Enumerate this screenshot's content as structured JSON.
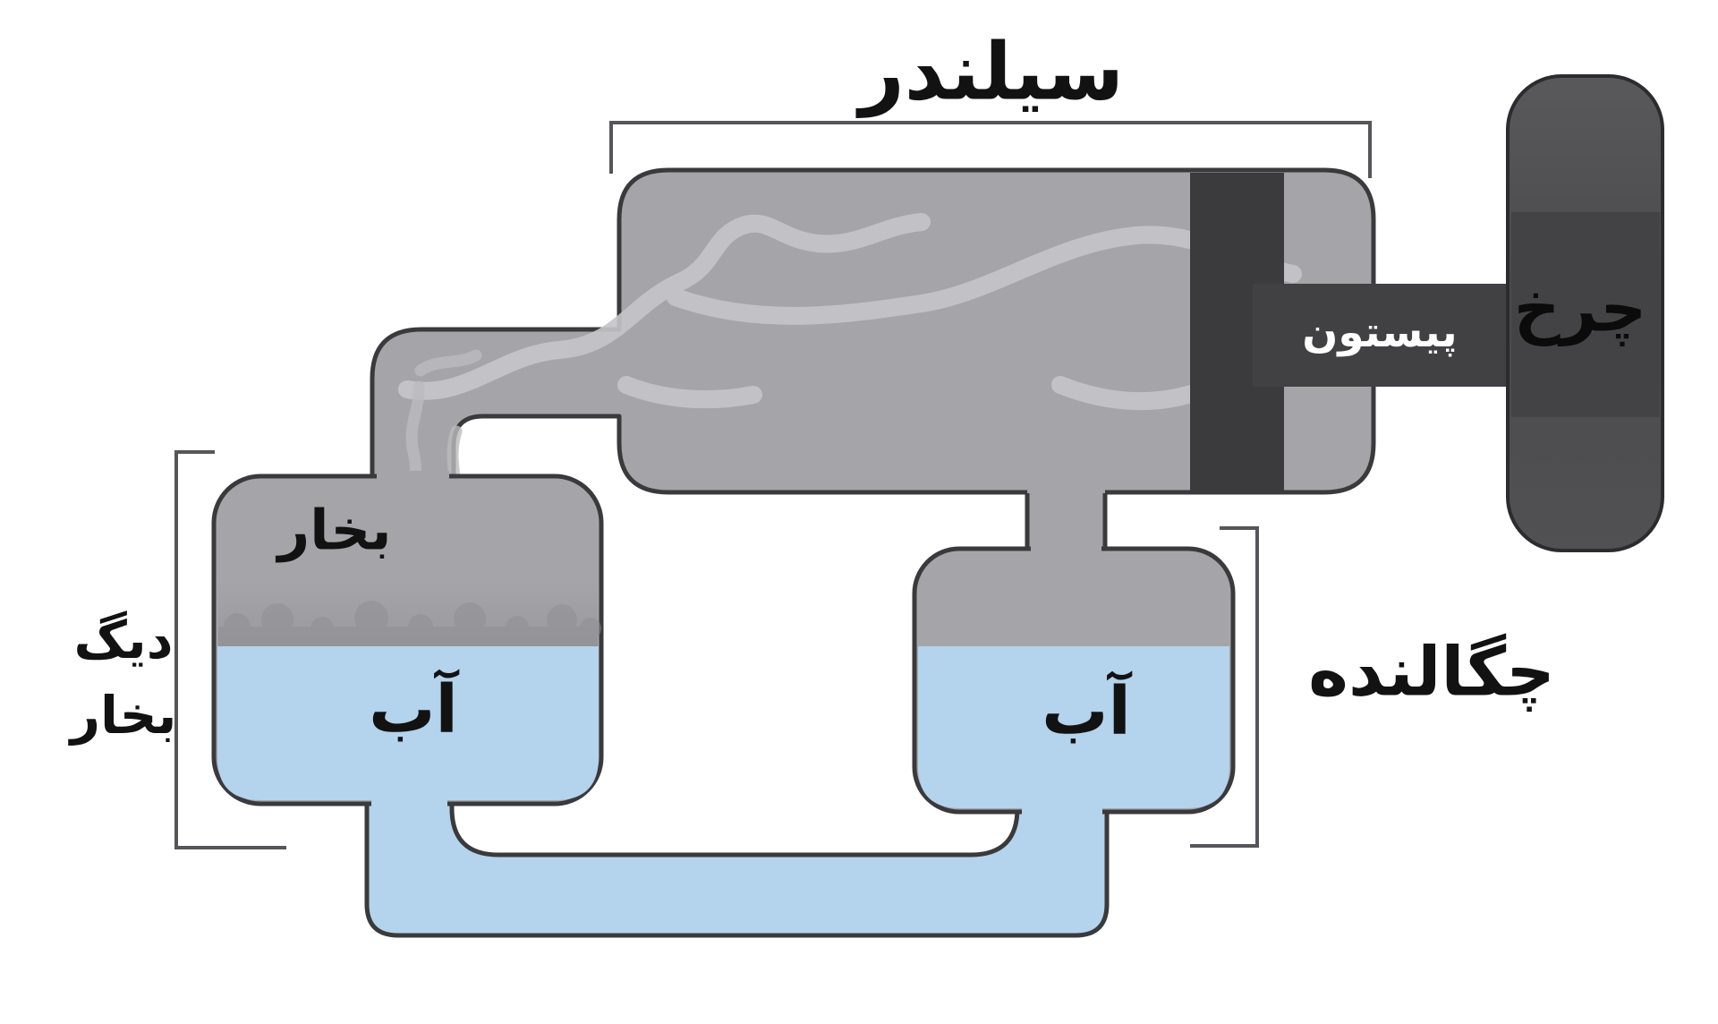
{
  "diagram": {
    "type": "steam-engine-schematic",
    "language": "fa",
    "labels": {
      "cylinder": "سیلندر",
      "wheel": "چرخ",
      "piston": "پیستون",
      "steam": "بخار",
      "boiler_water": "آب",
      "condenser_water": "آب",
      "condenser": "چگالنده",
      "boiler_line1": "دیگ",
      "boiler_line2": "بخار"
    },
    "colors": {
      "steam_gray": "#a5a5a9",
      "steam_swirl": "#c6c6ca",
      "water_blue": "#b4d3ec",
      "outline": "#3a3a3c",
      "machine_dark": "#414143",
      "piston_plate": "#3b3b3d",
      "wheel_band": "#434345",
      "bracket": "#56565a",
      "label_text": "#121212",
      "piston_label_text": "#ffffff"
    }
  }
}
